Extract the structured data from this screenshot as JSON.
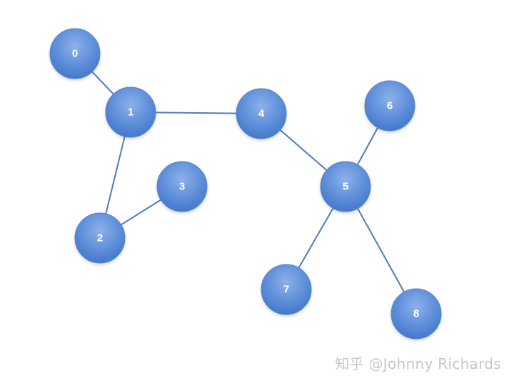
{
  "diagram": {
    "nodes": [
      {
        "id": "0",
        "label": "0"
      },
      {
        "id": "1",
        "label": "1"
      },
      {
        "id": "2",
        "label": "2"
      },
      {
        "id": "3",
        "label": "3"
      },
      {
        "id": "4",
        "label": "4"
      },
      {
        "id": "5",
        "label": "5"
      },
      {
        "id": "6",
        "label": "6"
      },
      {
        "id": "7",
        "label": "7"
      },
      {
        "id": "8",
        "label": "8"
      }
    ],
    "edges": [
      {
        "from": "0",
        "to": "1"
      },
      {
        "from": "1",
        "to": "2"
      },
      {
        "from": "2",
        "to": "3"
      },
      {
        "from": "1",
        "to": "4"
      },
      {
        "from": "4",
        "to": "5"
      },
      {
        "from": "5",
        "to": "6"
      },
      {
        "from": "5",
        "to": "7"
      },
      {
        "from": "5",
        "to": "8"
      }
    ],
    "colors": {
      "node_fill_top": "#7ea6e3",
      "node_fill_bottom": "#3f74c8",
      "node_stroke": "#5b86c6",
      "edge": "#4f7bbd",
      "label": "#ffffff"
    }
  },
  "watermark": {
    "text": "知乎 @Johnny Richards",
    "color": "#c7c7c7"
  }
}
